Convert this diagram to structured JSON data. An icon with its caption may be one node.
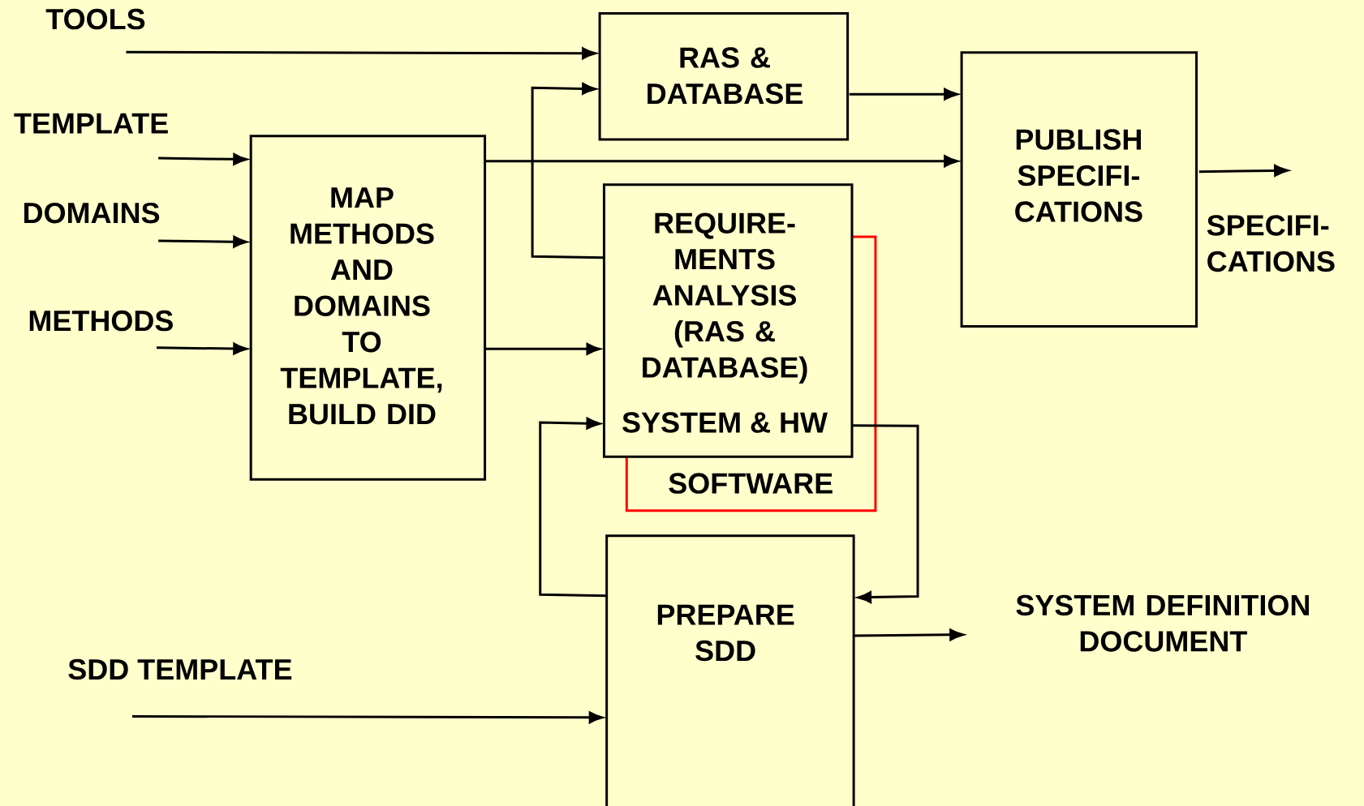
{
  "diagram": {
    "nodes": [
      {
        "text": [
          "TOOLS"
        ]
      },
      {
        "text": [
          "TEMPLATE"
        ]
      },
      {
        "text": [
          "DOMAINS"
        ]
      },
      {
        "text": [
          "METHODS"
        ]
      },
      {
        "text": [
          "MAP METHODS AND DOMAINS TO TEMPLATE, BUILD DID"
        ]
      },
      {
        "text": [
          "RAS & DATABASE"
        ]
      },
      {
        "text": [
          "PUBLISH SPECIFI- CATIONS"
        ]
      },
      {
        "text": [
          "SPECIFI- CATIONS"
        ]
      },
      {
        "text": [
          "REQUIRE- MENTS ANALYSIS (RAS & DATABASE)",
          "SYSTEM & HW"
        ]
      },
      {
        "text": [
          "SOFTWARE"
        ]
      },
      {
        "text": [
          "PREPARE SDD"
        ]
      },
      {
        "text": [
          "SYSTEM DEFINITION DOCUMENT"
        ]
      },
      {
        "text": [
          "SDD TEMPLATE"
        ]
      }
    ],
    "edges": [
      {
        "from": 0,
        "to": 5,
        "arrow": "to"
      },
      {
        "from": 8,
        "to": 5,
        "arrow": "to"
      },
      {
        "from": 5,
        "to": 6,
        "arrow": "to"
      },
      {
        "from": 1,
        "to": 4,
        "arrow": "to"
      },
      {
        "from": 4,
        "to": 6,
        "arrow": "to"
      },
      {
        "from": 6,
        "to": 7,
        "arrow": "to"
      },
      {
        "from": 2,
        "to": 4,
        "arrow": "to"
      },
      {
        "from": 3,
        "to": 4,
        "arrow": "to"
      },
      {
        "from": 4,
        "to": 8,
        "arrow": "to"
      },
      {
        "from": 10,
        "to": 8,
        "arrow": "to"
      },
      {
        "from": 8,
        "to": 10,
        "arrow": "to"
      },
      {
        "from": 10,
        "to": 11,
        "arrow": "to"
      },
      {
        "from": 12,
        "to": 10,
        "arrow": "to"
      },
      {
        "from": 9,
        "to": 10,
        "arrow": "to"
      }
    ]
  }
}
